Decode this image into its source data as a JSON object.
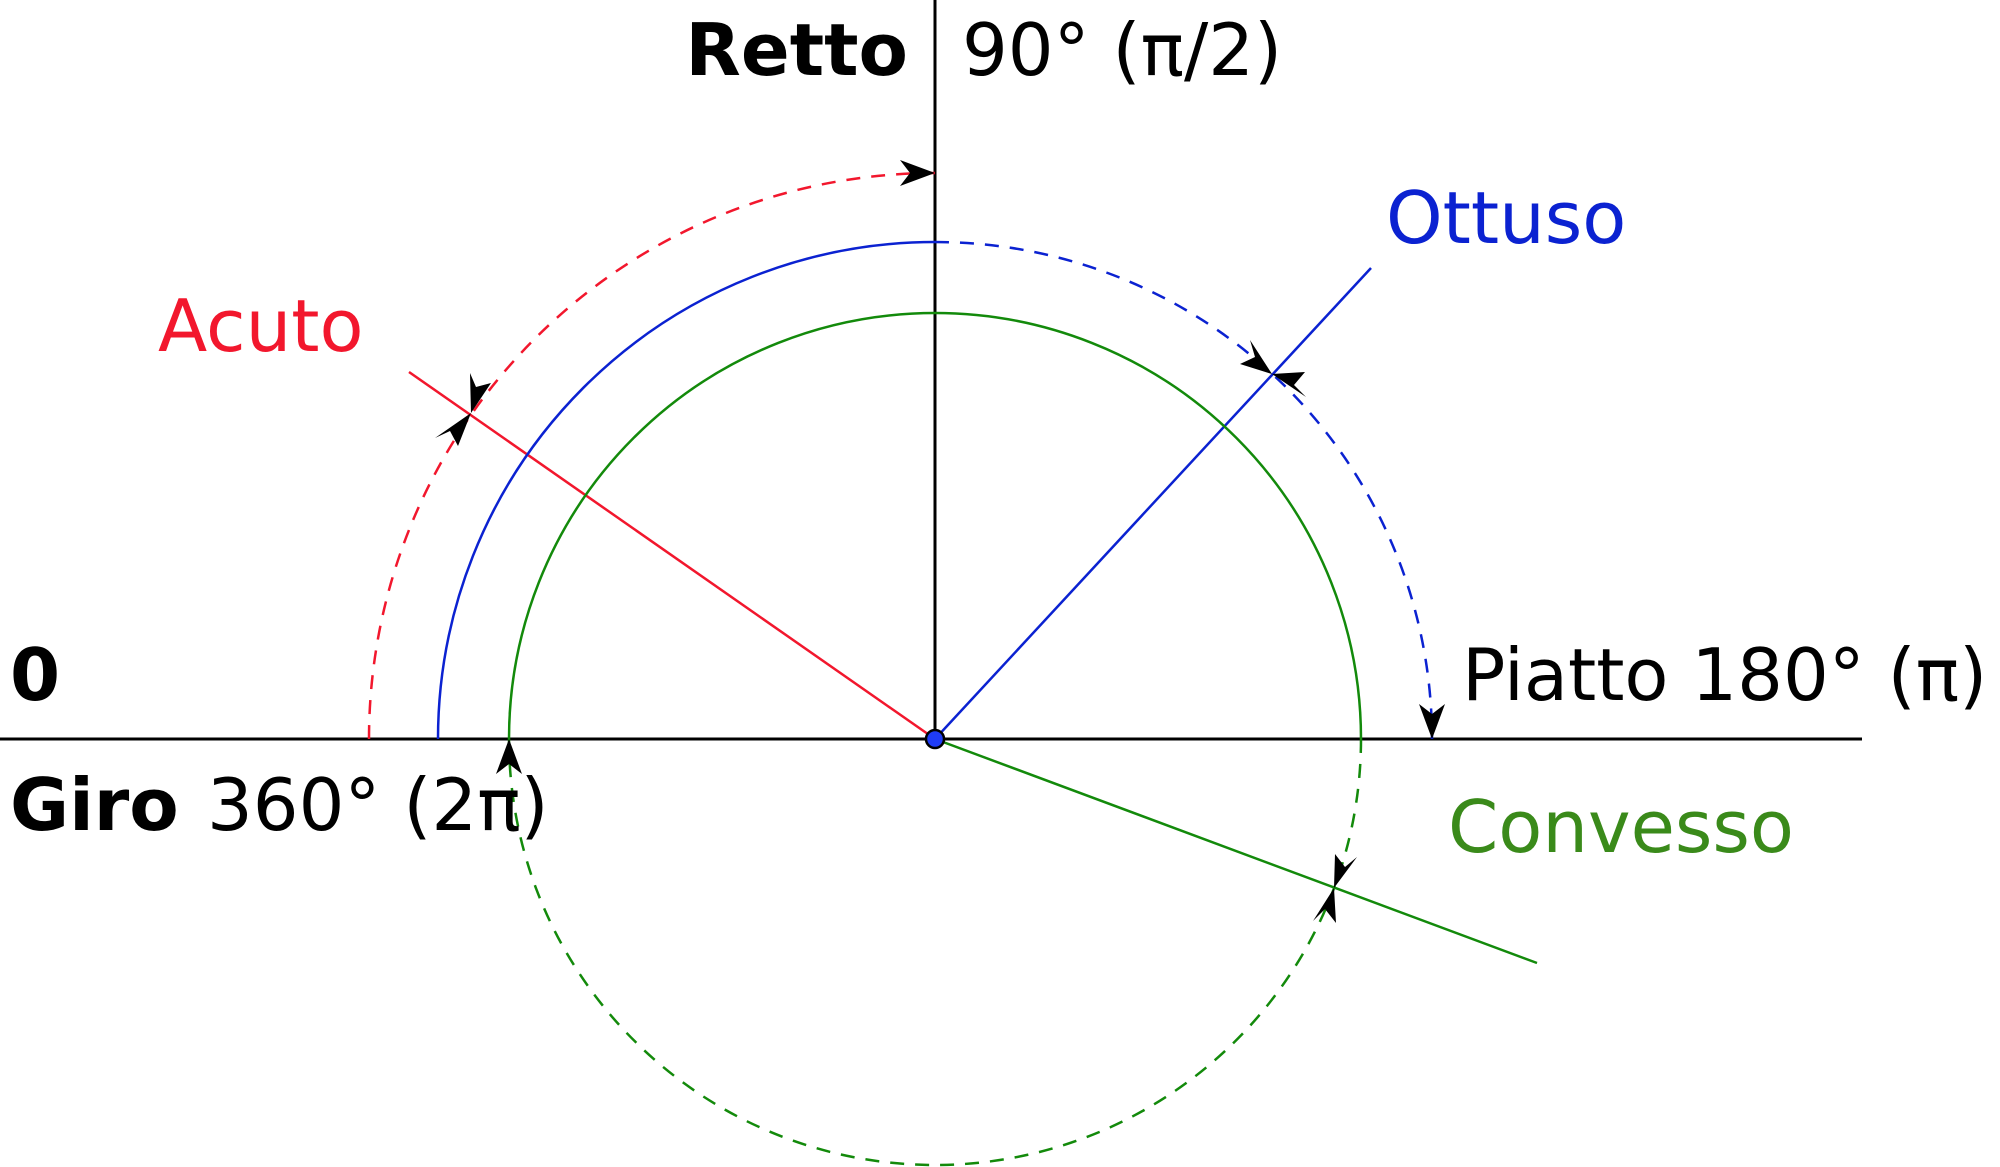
{
  "labels": {
    "retto_name": "Retto",
    "retto_value": "90° (π/2)",
    "ottuso": "Ottuso",
    "acuto": "Acuto",
    "zero": "0",
    "piatto": "Piatto 180° (π)",
    "giro_name": "Giro",
    "giro_value": "360° (2π)",
    "convesso": "Convesso"
  },
  "colors": {
    "acuto": "#f2172d",
    "ottuso": "#0b22d1",
    "convesso": "#138a0b",
    "convesso_label": "#3a8a1a",
    "axis": "#000000",
    "center_point": "#1f3cf5"
  }
}
